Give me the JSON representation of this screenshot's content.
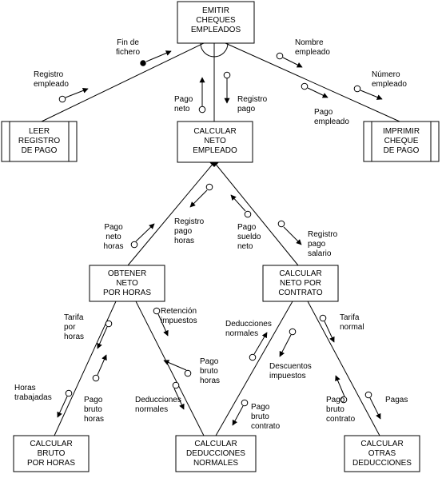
{
  "modules": {
    "emitir": [
      "EMITIR",
      "CHEQUES",
      "EMPLEADOS"
    ],
    "leer": [
      "LEER",
      "REGISTRO",
      "DE PAGO"
    ],
    "calcular_neto": [
      "CALCULAR",
      "NETO",
      "EMPLEADO"
    ],
    "imprimir": [
      "IMPRIMIR",
      "CHEQUE",
      "DE PAGO"
    ],
    "obtener": [
      "OBTENER",
      "NETO",
      "POR HORAS"
    ],
    "contrato": [
      "CALCULAR",
      "NETO POR",
      "CONTRATO"
    ],
    "bruto": [
      "CALCULAR",
      "BRUTO",
      "POR HORAS"
    ],
    "deducciones": [
      "CALCULAR",
      "DEDUCCIONES",
      "NORMALES"
    ],
    "otras": [
      "CALCULAR",
      "OTRAS",
      "DEDUCCIONES"
    ]
  },
  "labels": {
    "fin_fichero": [
      "Fin de",
      "fichero"
    ],
    "registro_empleado": [
      "Registro",
      "empleado"
    ],
    "nombre_empleado": [
      "Nombre",
      "empleado"
    ],
    "numero_empleado": [
      "Número",
      "empleado"
    ],
    "pago_empleado": [
      "Pago",
      "empleado"
    ],
    "pago_neto": [
      "Pago",
      "neto"
    ],
    "registro_pago": [
      "Registro",
      "pago"
    ],
    "pago_neto_horas": [
      "Pago",
      "neto",
      "horas"
    ],
    "registro_pago_horas": [
      "Registro",
      "pago",
      "horas"
    ],
    "pago_sueldo_neto": [
      "Pago",
      "sueldo",
      "neto"
    ],
    "registro_pago_salario": [
      "Registro",
      "pago",
      "salario"
    ],
    "tarifa_por_horas": [
      "Tarifa",
      "por",
      "horas"
    ],
    "retencion_impuestos": [
      "Retención",
      "impuestos"
    ],
    "deducciones_normales_r": [
      "Deducciones",
      "normales"
    ],
    "tarifa_normal": [
      "Tarifa",
      "normal"
    ],
    "descuentos_impuestos": [
      "Descuentos",
      "impuestos"
    ],
    "pago_bruto_horas_a": [
      "Pago",
      "bruto",
      "horas"
    ],
    "horas_trabajadas": [
      "Horas",
      "trabajadas"
    ],
    "pago_bruto_horas_b": [
      "Pago",
      "bruto",
      "horas"
    ],
    "deducciones_normales_l": [
      "Deducciones",
      "normales"
    ],
    "pago_bruto_contrato_a": [
      "Pago",
      "bruto",
      "contrato"
    ],
    "pago_bruto_contrato_b": [
      "Pago",
      "bruto",
      "contrato"
    ],
    "pagas": [
      "Pagas"
    ]
  }
}
